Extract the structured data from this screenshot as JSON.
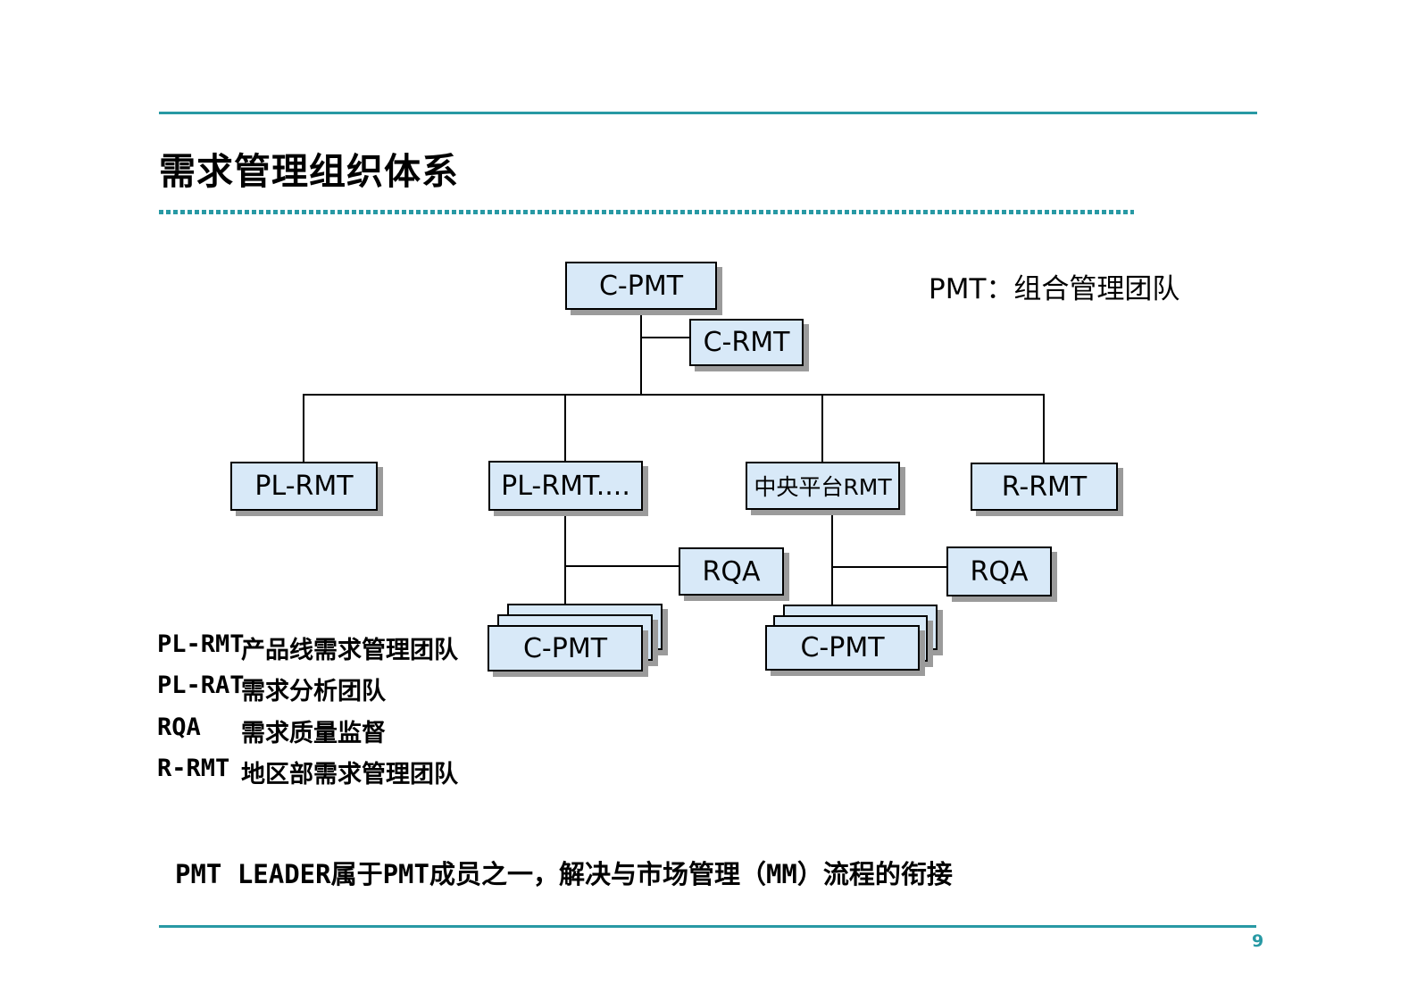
{
  "slide": {
    "title": "需求管理组织体系",
    "pmt_note": {
      "abbr": "PMT：",
      "text": "组合管理团队"
    },
    "bottom_note": "PMT LEADER属于PMT成员之一，解决与市场管理（MM）流程的衔接",
    "footer_page_number": "9",
    "colors": {
      "accent_teal": "#2899A4",
      "node_fill": "#D8E9F8",
      "node_border": "#000000",
      "node_shadow": "#9B9B9B"
    }
  },
  "org_chart": {
    "nodes": {
      "c_pmt_top": "C-PMT",
      "c_rmt": "C-RMT",
      "pl_rmt": "PL-RMT",
      "pl_rmt_more": "PL-RMT....",
      "central_platform_rmt": "中央平台RMT",
      "r_rmt": "R-RMT",
      "rqa_left": "RQA",
      "rqa_right": "RQA",
      "c_pmt_stack_left": "C-PMT",
      "c_pmt_stack_right": "C-PMT"
    }
  },
  "legend": {
    "items": [
      {
        "abbr": "PL-RMT",
        "desc": "产品线需求管理团队"
      },
      {
        "abbr": "PL-RAT",
        "desc": "需求分析团队"
      },
      {
        "abbr": "RQA",
        "desc": "需求质量监督"
      },
      {
        "abbr": "R-RMT",
        "desc": "地区部需求管理团队"
      }
    ]
  }
}
